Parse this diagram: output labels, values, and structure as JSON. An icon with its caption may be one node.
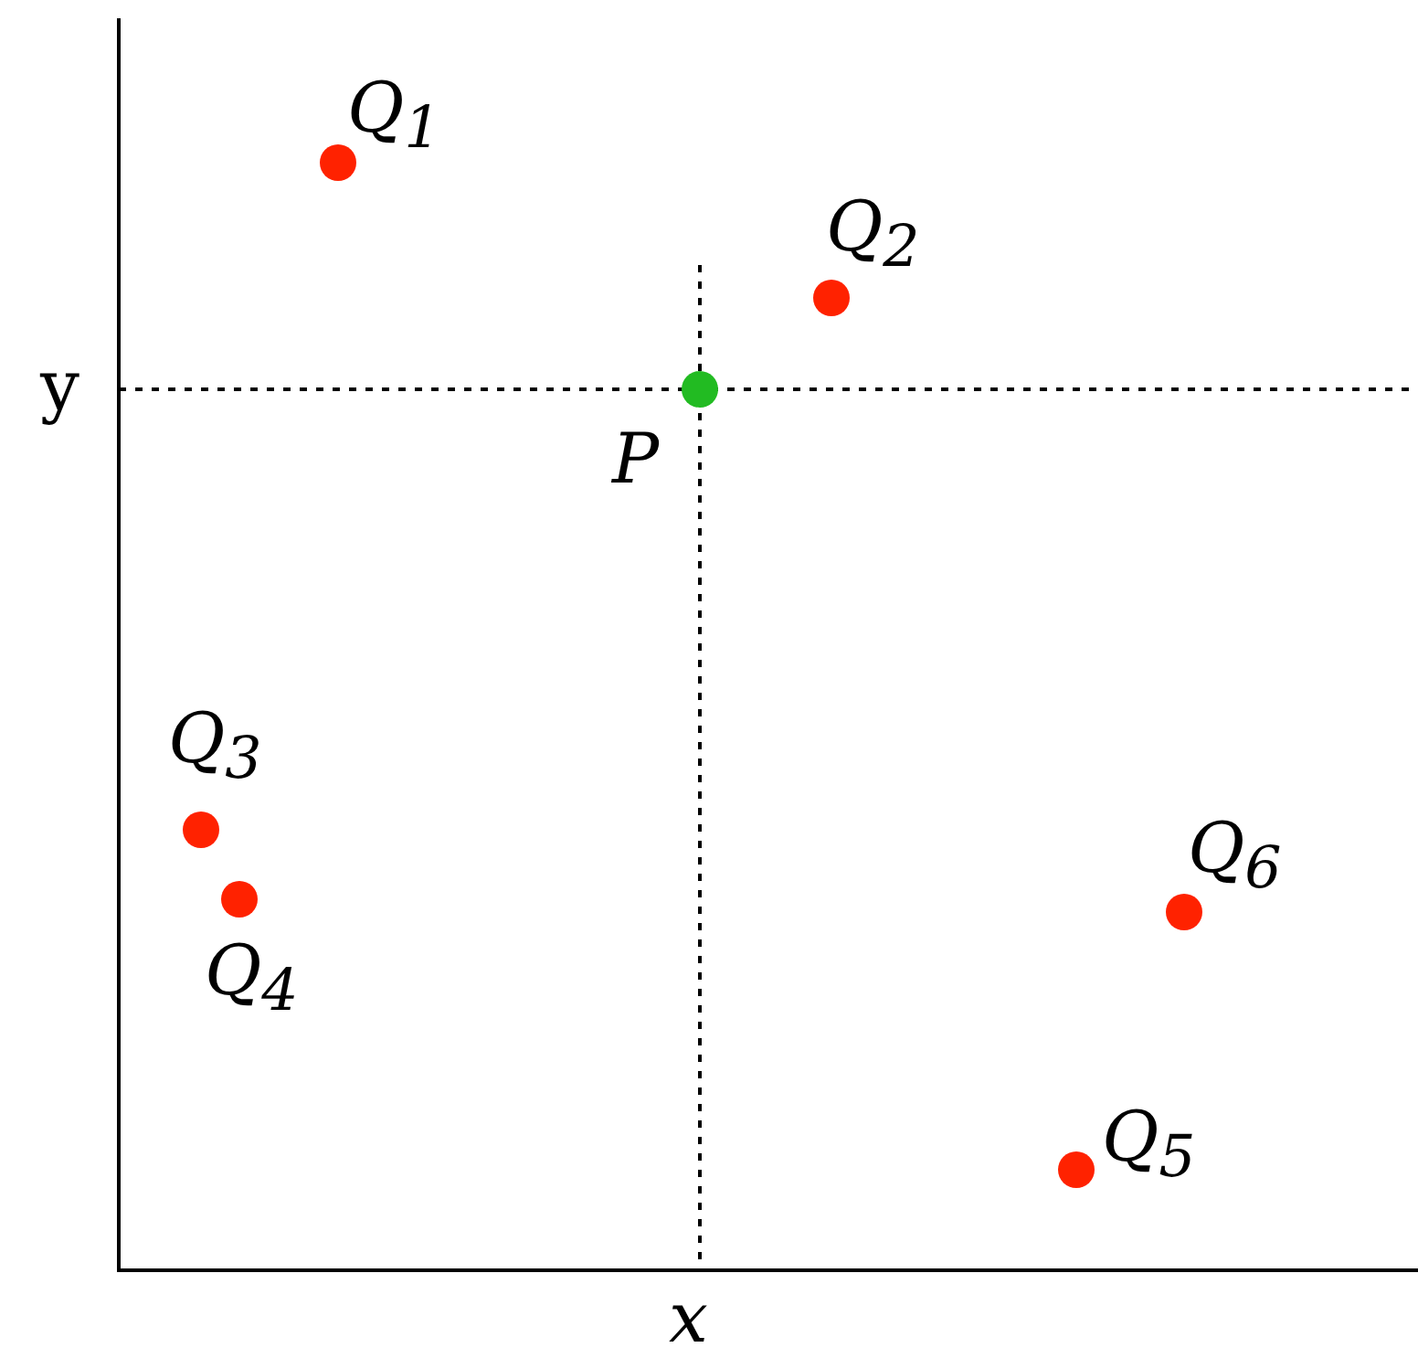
{
  "diagram": {
    "nodes": [
      {
        "text": [],
        "shape": "circle",
        "beside": [
          "Q$_{1}$"
        ]
      },
      {
        "text": [],
        "shape": "circle",
        "beside": [
          "Q$_{2}$"
        ]
      },
      {
        "text": [],
        "shape": "circle",
        "beside": [
          "P"
        ]
      },
      {
        "text": [],
        "shape": "circle",
        "beside": [
          "Q$_{3}$"
        ]
      },
      {
        "text": [],
        "shape": "circle",
        "beside": [
          "Q$_{4}$"
        ]
      },
      {
        "text": [],
        "shape": "circle",
        "beside": [
          "Q$_{6}$"
        ]
      },
      {
        "text": [],
        "shape": "circle",
        "beside": [
          "Q$_{5}$"
        ]
      }
    ],
    "labels": [
      "y",
      "x"
    ]
  }
}
